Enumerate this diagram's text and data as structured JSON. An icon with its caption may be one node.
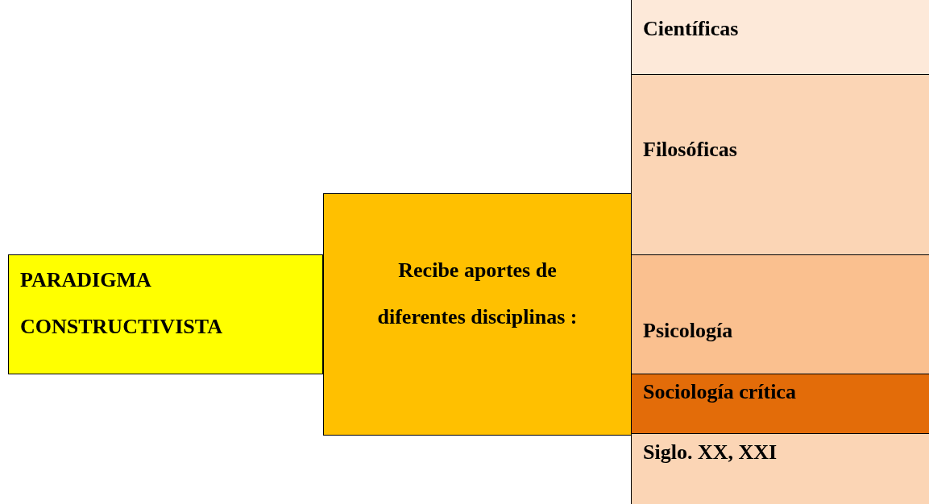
{
  "diagram": {
    "nodes": [
      {
        "text": [
          "PARADIGMA CONSTRUCTIVISTA"
        ]
      },
      {
        "text": [
          "Recibe aportes de diferentes disciplinas :"
        ]
      },
      {
        "text": [
          "Científicas"
        ]
      },
      {
        "text": [
          "Filosóficas"
        ]
      },
      {
        "text": [
          "Psicología"
        ]
      },
      {
        "text": [
          "Sociología crítica"
        ]
      },
      {
        "text": [
          "Siglo. XX, XXI"
        ]
      }
    ]
  }
}
